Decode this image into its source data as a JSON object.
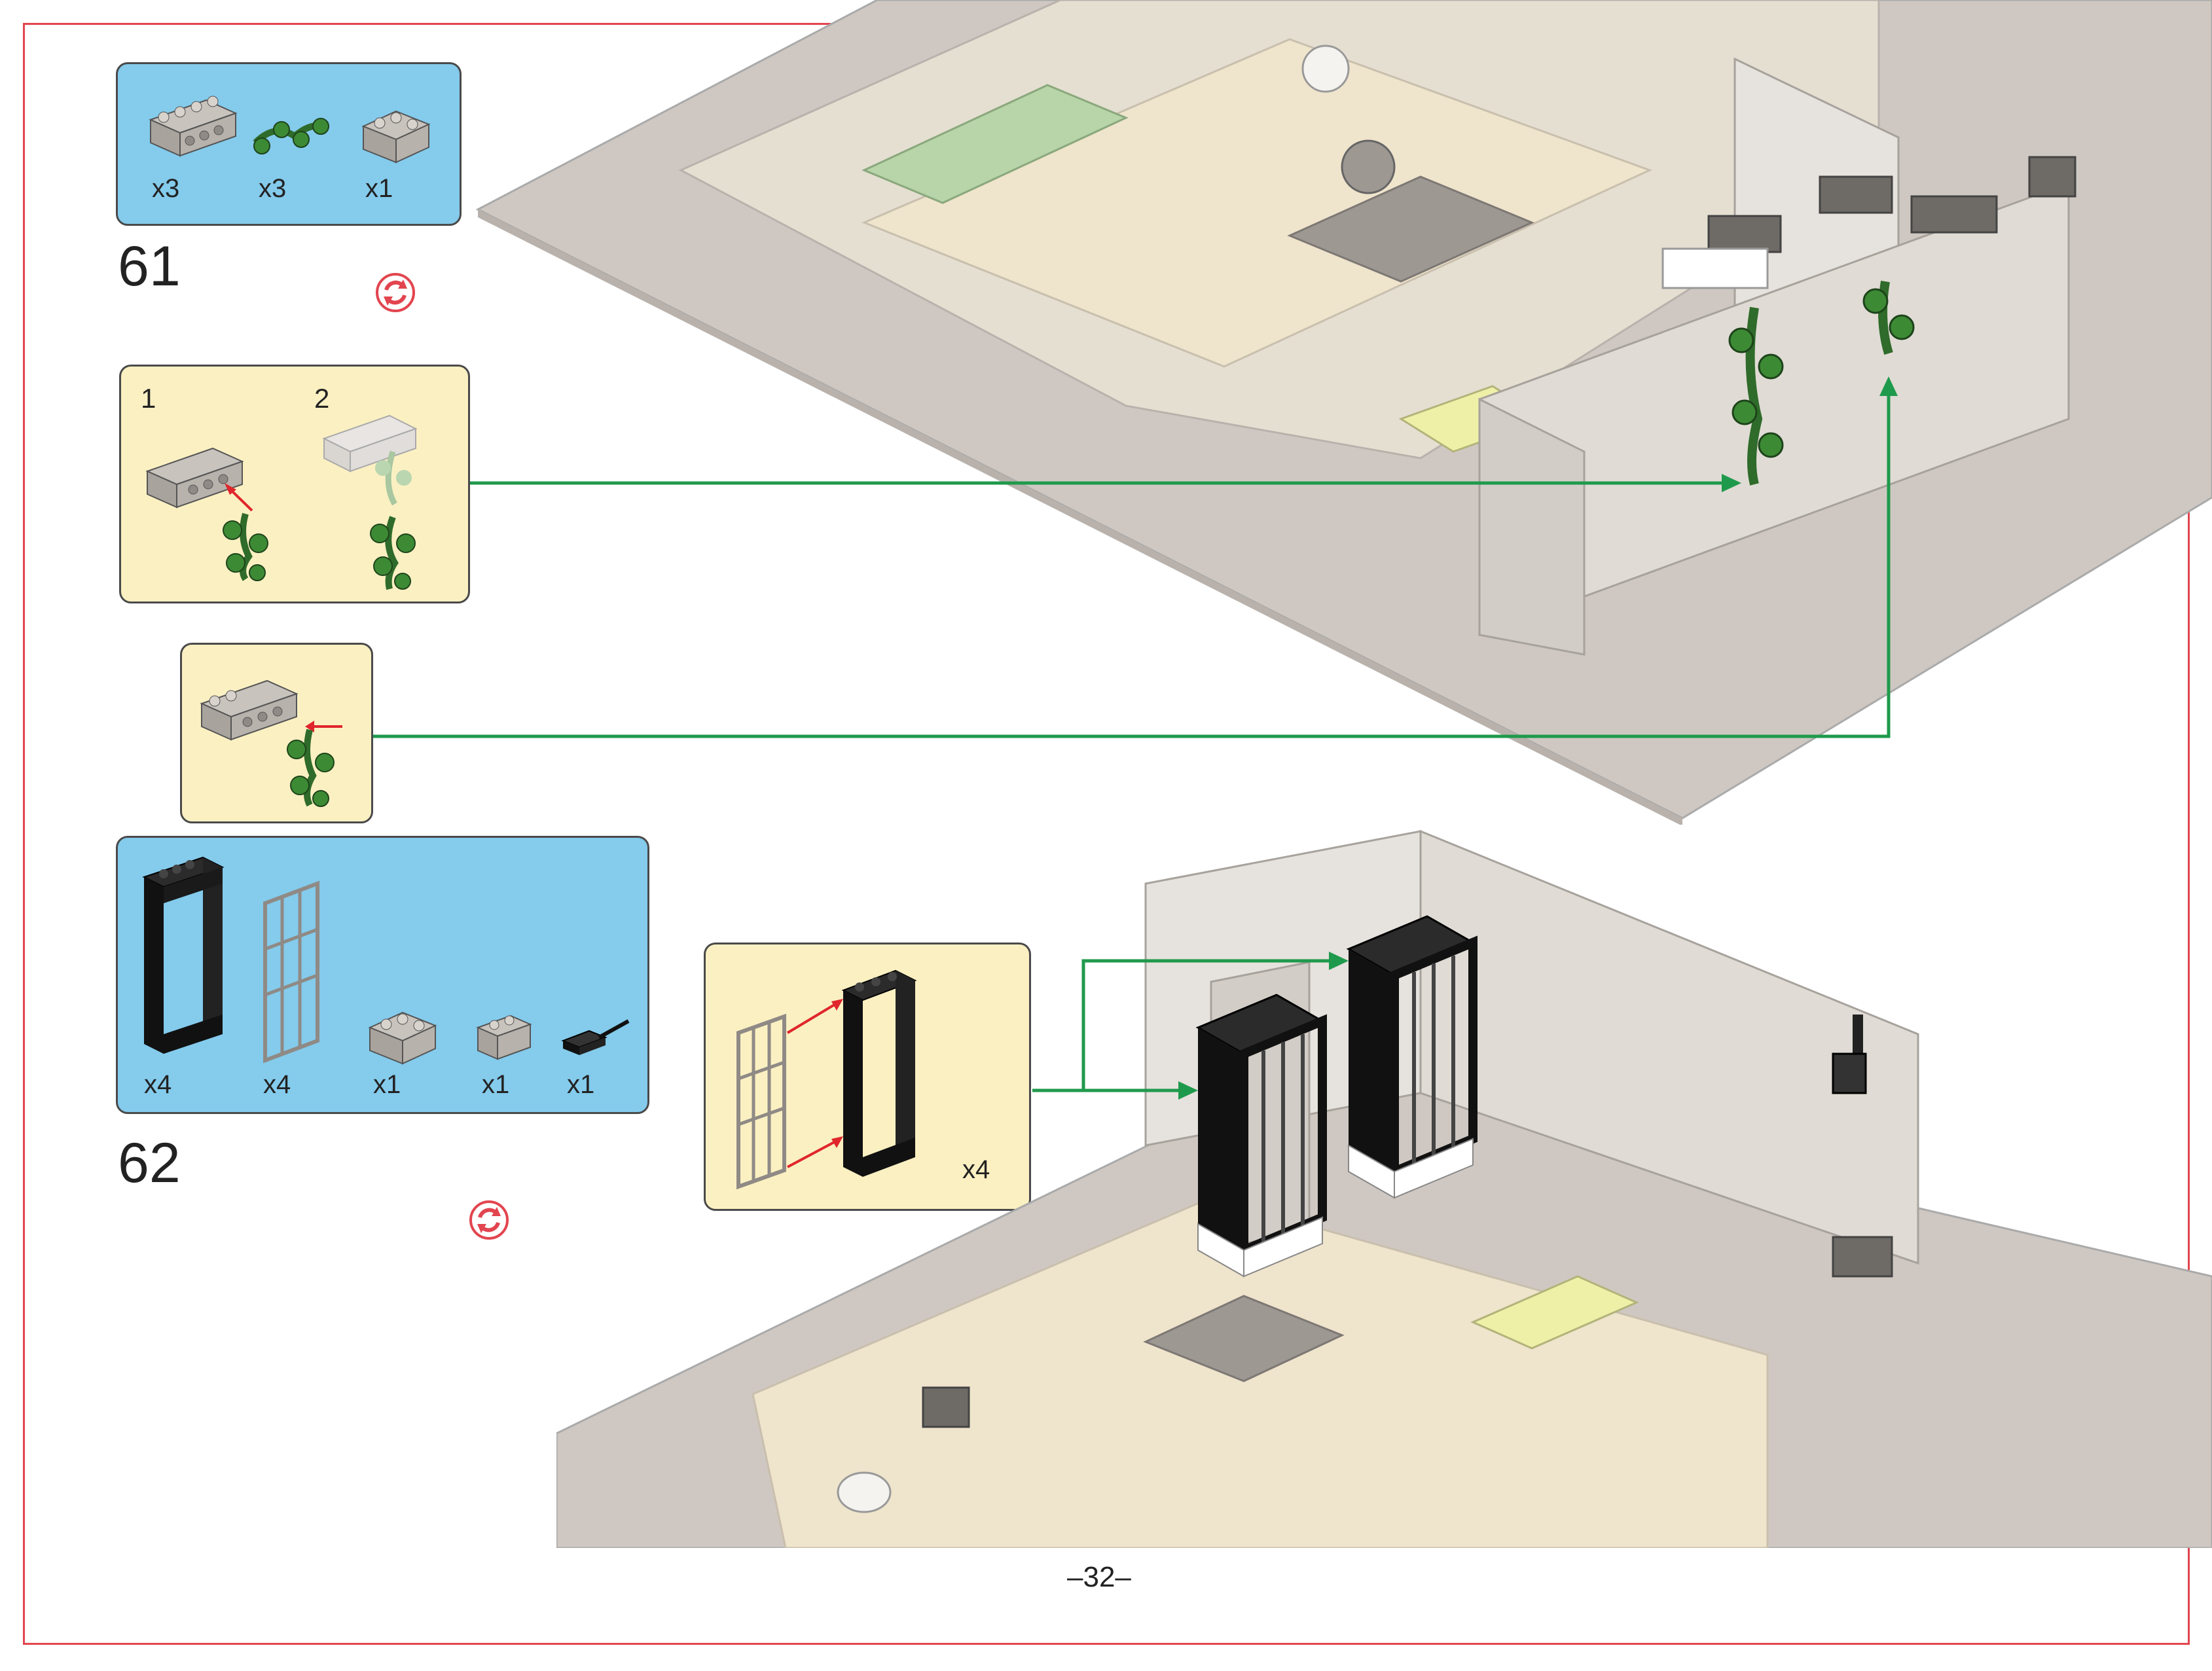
{
  "page_number": "–32–",
  "steps": [
    {
      "number": "61",
      "parts": [
        {
          "icon": "gray-brick-1x4-with-studs-on-side",
          "qty": "x3"
        },
        {
          "icon": "green-plant-leaves",
          "qty": "x3"
        },
        {
          "icon": "gray-brick-corner-2x2",
          "qty": "x1"
        }
      ],
      "rotate_icon": "rotate-model-icon",
      "subassemblies": [
        {
          "substeps": [
            "1",
            "2"
          ],
          "description": "attach plant to brick"
        },
        {
          "description": "attach plant to brick"
        }
      ]
    },
    {
      "number": "62",
      "parts": [
        {
          "icon": "black-door-frame-1x4x6",
          "qty": "x4"
        },
        {
          "icon": "gray-bar-gate",
          "qty": "x4"
        },
        {
          "icon": "gray-brick-corner-2x2",
          "qty": "x1"
        },
        {
          "icon": "gray-brick-1x2",
          "qty": "x1"
        },
        {
          "icon": "black-plate-with-handle",
          "qty": "x1"
        }
      ],
      "rotate_icon": "rotate-model-icon",
      "subassembly": {
        "multiplier": "x4",
        "description": "gate into door frame"
      }
    }
  ],
  "colors": {
    "frame": "#e2454f",
    "parts_panel": "#84cbec",
    "subassembly_panel": "#fbf0c2",
    "callout_arrow": "#1f9a4c",
    "attach_arrow": "#e0262c",
    "baseplate": "#cfc8c2",
    "wall": "#e6e2dd",
    "plant": "#2f6b2a",
    "door_frame": "#151515"
  }
}
